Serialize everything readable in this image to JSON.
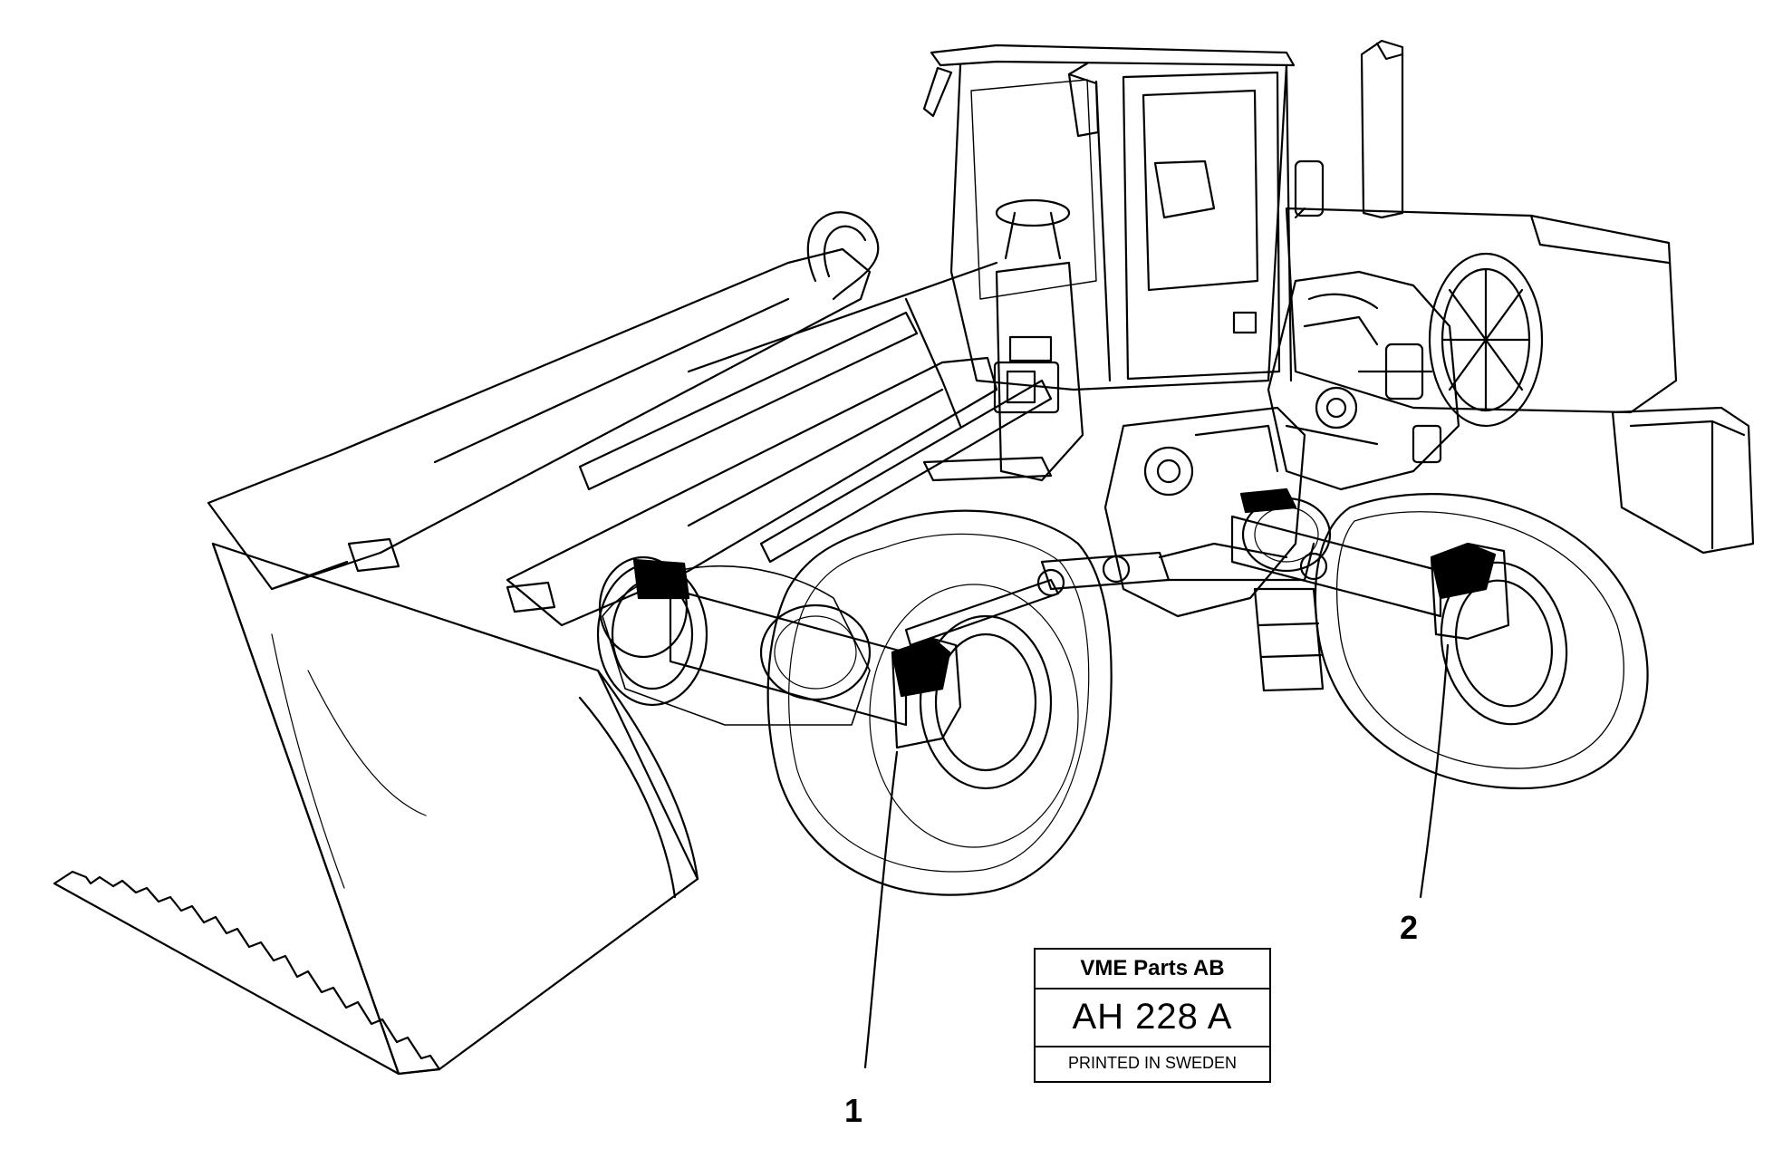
{
  "figure": {
    "subject": "wheel-loader",
    "callouts": [
      {
        "id": "1",
        "label": "1"
      },
      {
        "id": "2",
        "label": "2"
      }
    ]
  },
  "title_block": {
    "company": "VME Parts AB",
    "code": "AH 228  A",
    "printed": "PRINTED IN SWEDEN"
  },
  "colors": {
    "line": "#000000",
    "background": "#ffffff"
  }
}
